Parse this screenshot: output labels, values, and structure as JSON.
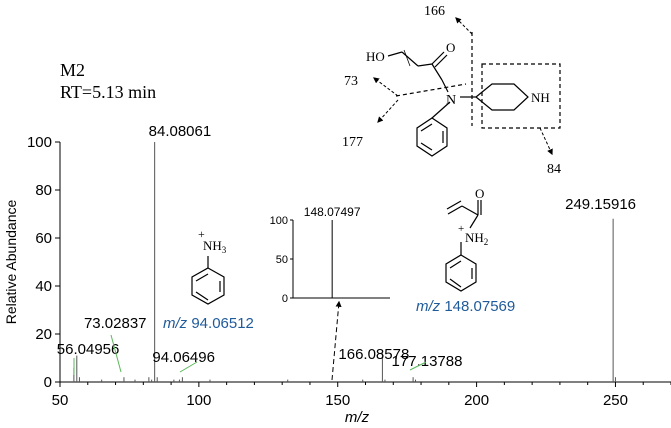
{
  "sample": {
    "name": "M2",
    "rt": "RT=5.13 min"
  },
  "chart_data": {
    "type": "bar",
    "xlabel": "m/z",
    "ylabel": "Relative Abundance",
    "xlim": [
      50,
      270
    ],
    "ylim": [
      0,
      100
    ],
    "xticks": [
      "50",
      "100",
      "150",
      "200",
      "250"
    ],
    "yticks": [
      "0",
      "20",
      "40",
      "60",
      "80",
      "100"
    ],
    "grid": false,
    "peaks": [
      {
        "x": 56.04956,
        "y": 11,
        "label": "56.04956"
      },
      {
        "x": 73.02837,
        "y": 2,
        "label": "73.02837"
      },
      {
        "x": 84.08061,
        "y": 100,
        "label": "84.08061"
      },
      {
        "x": 94.06496,
        "y": 2,
        "label": "94.06496"
      },
      {
        "x": 166.08578,
        "y": 12,
        "label": "166.08578"
      },
      {
        "x": 177.13788,
        "y": 2,
        "label": "177.13788"
      },
      {
        "x": 249.15916,
        "y": 68,
        "label": "249.15916"
      },
      {
        "x": 55.0,
        "y": 6
      },
      {
        "x": 57.0,
        "y": 2
      },
      {
        "x": 65.0,
        "y": 1
      },
      {
        "x": 77.0,
        "y": 1
      },
      {
        "x": 82.0,
        "y": 2
      },
      {
        "x": 83.0,
        "y": 1
      },
      {
        "x": 85.0,
        "y": 2
      },
      {
        "x": 91.0,
        "y": 1
      },
      {
        "x": 93.0,
        "y": 1
      },
      {
        "x": 104.0,
        "y": 1
      },
      {
        "x": 132.0,
        "y": 1
      },
      {
        "x": 159.0,
        "y": 1
      },
      {
        "x": 167.0,
        "y": 1
      },
      {
        "x": 178.0,
        "y": 1
      },
      {
        "x": 250.0,
        "y": 2
      }
    ],
    "inset": {
      "xlim": [
        140,
        160
      ],
      "ylim": [
        0,
        100
      ],
      "yticks": [
        "0",
        "50",
        "100"
      ],
      "peaks": [
        {
          "x": 148.07497,
          "y": 100,
          "label": "148.07497"
        }
      ]
    }
  },
  "annotations": {
    "anilinium": {
      "mz": "m/z 94.06512",
      "nh": "NH",
      "sub": "3"
    },
    "acrylamide": {
      "mz": "m/z 148.07569",
      "nh": "NH",
      "sub": "2"
    },
    "structure": {
      "ho": "HO",
      "o": "O",
      "n": "N",
      "nh": "NH",
      "f166": "166",
      "f73": "73",
      "f177": "177",
      "f84": "84"
    }
  }
}
